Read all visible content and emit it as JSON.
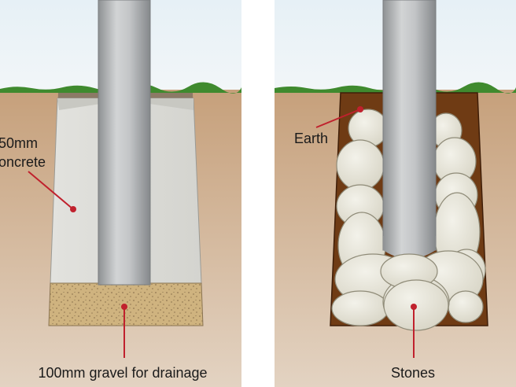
{
  "left_panel": {
    "label_concrete_line1": "50mm",
    "label_concrete_line2": "oncrete",
    "label_gravel": "100mm gravel for drainage"
  },
  "right_panel": {
    "label_earth": "Earth",
    "label_stones": "Stones"
  },
  "colors": {
    "sky": "#e9f2f7",
    "soil": "#c9a27e",
    "grass": "#3f8a2e",
    "concrete": "#dcdcd8",
    "gravel": "#cdb07d",
    "earth_fill": "#6f3b14",
    "stone": "#e8e6da",
    "pole": "#b7b9bb",
    "leader": "#c0212d"
  }
}
